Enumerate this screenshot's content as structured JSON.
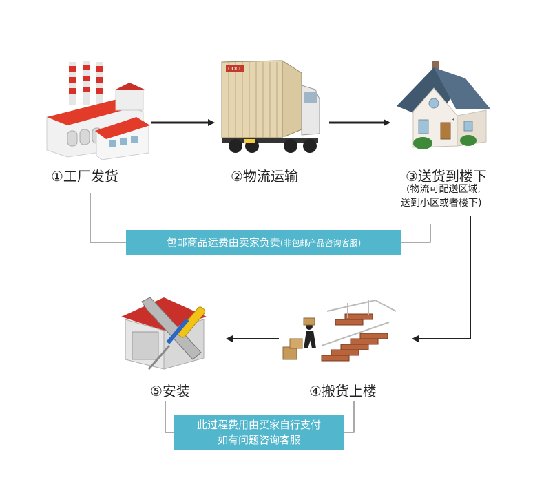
{
  "steps": {
    "s1": "①工厂发货",
    "s2": "②物流运输",
    "s3": "③送货到楼下",
    "s3_note_1": "(物流可配送区域,",
    "s3_note_2": "送到小区或者楼下)",
    "s4": "④搬货上楼",
    "s5": "⑤安装"
  },
  "banners": {
    "shipping_main": "包邮商品运费由卖家负责",
    "shipping_note": "(非包邮产品咨询客服)",
    "install_line1": "此过程费用由买家自行支付",
    "install_line2": "如有问题咨询客服"
  },
  "truck_logo": "OOCL",
  "house_number": "13",
  "colors": {
    "banner": "#52b6cc",
    "arrow": "#222222",
    "roof_red": "#e23b2a",
    "house_roof": "#3f5a72"
  },
  "icons": [
    "factory-icon",
    "truck-icon",
    "house-icon",
    "stairs-mover-icon",
    "tools-garage-icon"
  ]
}
